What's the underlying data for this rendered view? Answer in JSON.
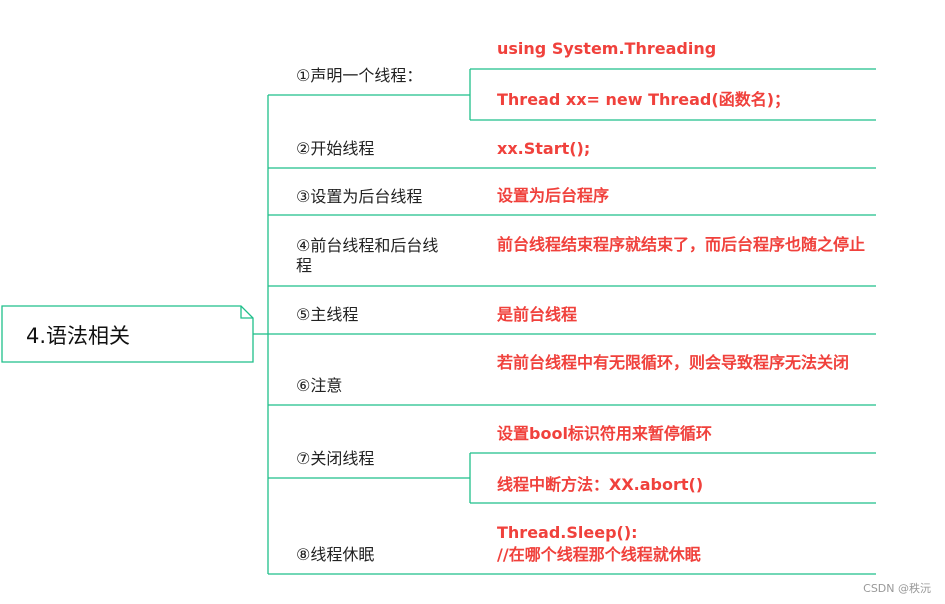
{
  "root": {
    "label": "4.语法相关"
  },
  "colors": {
    "line": "#1fbf8a",
    "leaf_text": "#f0413c",
    "branch_text": "#222222"
  },
  "branches": [
    {
      "label": "①声明一个线程：",
      "leaves": [
        "using System.Threading",
        "Thread xx= new Thread(函数名)；"
      ]
    },
    {
      "label": "②开始线程",
      "leaves": [
        "xx.Start();"
      ]
    },
    {
      "label": "③设置为后台线程",
      "leaves": [
        "设置为后台程序"
      ]
    },
    {
      "label": "④前台线程和后台线程",
      "leaves": [
        "前台线程结束程序就结束了，而后台程序也随之停止"
      ]
    },
    {
      "label": "⑤主线程",
      "leaves": [
        "是前台线程"
      ]
    },
    {
      "label": "⑥注意",
      "leaves": [
        "若前台线程中有无限循环，则会导致程序无法关闭"
      ]
    },
    {
      "label": "⑦关闭线程",
      "leaves": [
        "设置bool标识符用来暂停循环",
        "线程中断方法：XX.abort()"
      ]
    },
    {
      "label": "⑧线程休眠",
      "leaves": [
        "Thread.Sleep():\n//在哪个线程那个线程就休眠"
      ]
    }
  ],
  "watermark": "CSDN @秩沅"
}
